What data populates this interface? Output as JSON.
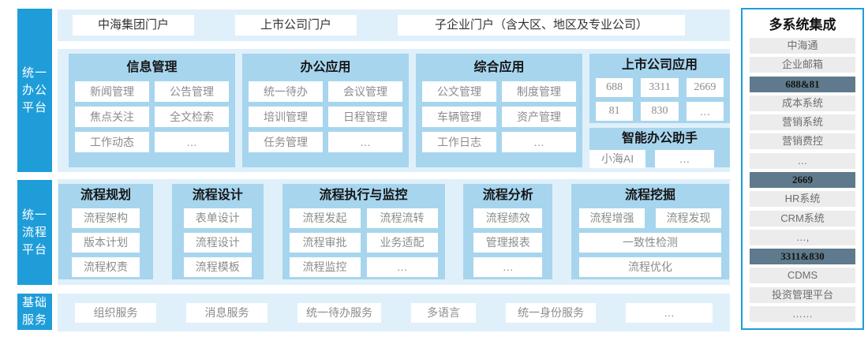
{
  "rails": {
    "office": "统一办公平台",
    "process": "统一流程平台",
    "base": "基础服务"
  },
  "portals": {
    "group": "中海集团门户",
    "listed": "上市公司门户",
    "subsidiary": "子企业门户（含大区、地区及专业公司）"
  },
  "office": {
    "info": {
      "title": "信息管理",
      "chips": [
        "新闻管理",
        "公告管理",
        "焦点关注",
        "全文检索",
        "工作动态",
        "…"
      ]
    },
    "apps": {
      "title": "办公应用",
      "chips": [
        "统一待办",
        "会议管理",
        "培训管理",
        "日程管理",
        "任务管理",
        "…"
      ]
    },
    "general": {
      "title": "综合应用",
      "chips": [
        "公文管理",
        "制度管理",
        "车辆管理",
        "资产管理",
        "工作日志",
        "…"
      ]
    },
    "listed": {
      "title": "上市公司应用",
      "chips": [
        "688",
        "3311",
        "2669",
        "81",
        "830",
        "…"
      ]
    },
    "assistant": {
      "title": "智能办公助手",
      "chips": [
        "小海AI",
        "…"
      ]
    }
  },
  "process": {
    "planning": {
      "title": "流程规划",
      "chips": [
        "流程架构",
        "版本计划",
        "流程权责"
      ]
    },
    "design": {
      "title": "流程设计",
      "chips": [
        "表单设计",
        "流程设计",
        "流程模板"
      ]
    },
    "execution": {
      "title": "流程执行与监控",
      "chips": [
        "流程发起",
        "流程流转",
        "流程审批",
        "业务适配",
        "流程监控",
        "…"
      ]
    },
    "analysis": {
      "title": "流程分析",
      "chips": [
        "流程绩效",
        "管理报表",
        "…"
      ]
    },
    "mining": {
      "title": "流程挖掘",
      "chips": [
        "流程增强",
        "流程发现",
        "一致性检测",
        "流程优化"
      ]
    }
  },
  "services": [
    "组织服务",
    "消息服务",
    "统一待办服务",
    "多语言",
    "统一身份服务",
    "…"
  ],
  "sidebar": {
    "title": "多系统集成",
    "items": [
      {
        "label": "中海通",
        "variant": "light"
      },
      {
        "label": "企业邮箱",
        "variant": "light"
      },
      {
        "label": "688&81",
        "variant": "dark"
      },
      {
        "label": "成本系统",
        "variant": "light"
      },
      {
        "label": "营销系统",
        "variant": "light"
      },
      {
        "label": "营销费控",
        "variant": "light"
      },
      {
        "label": "…",
        "variant": "light"
      },
      {
        "label": "2669",
        "variant": "dark"
      },
      {
        "label": "HR系统",
        "variant": "light"
      },
      {
        "label": "CRM系统",
        "variant": "light"
      },
      {
        "label": "…,",
        "variant": "light"
      },
      {
        "label": "3311&830",
        "variant": "dark"
      },
      {
        "label": "CDMS",
        "variant": "light"
      },
      {
        "label": "投资管理平台",
        "variant": "light"
      },
      {
        "label": "……",
        "variant": "light"
      }
    ]
  },
  "colors": {
    "accent_blue": "#1f9dd9",
    "band_light_blue": "#dff0fa",
    "panel_medium_blue": "#a7d5ee",
    "dark_item_bg": "#5e7a8c",
    "chip_text_gray": "#8c8c8c"
  }
}
